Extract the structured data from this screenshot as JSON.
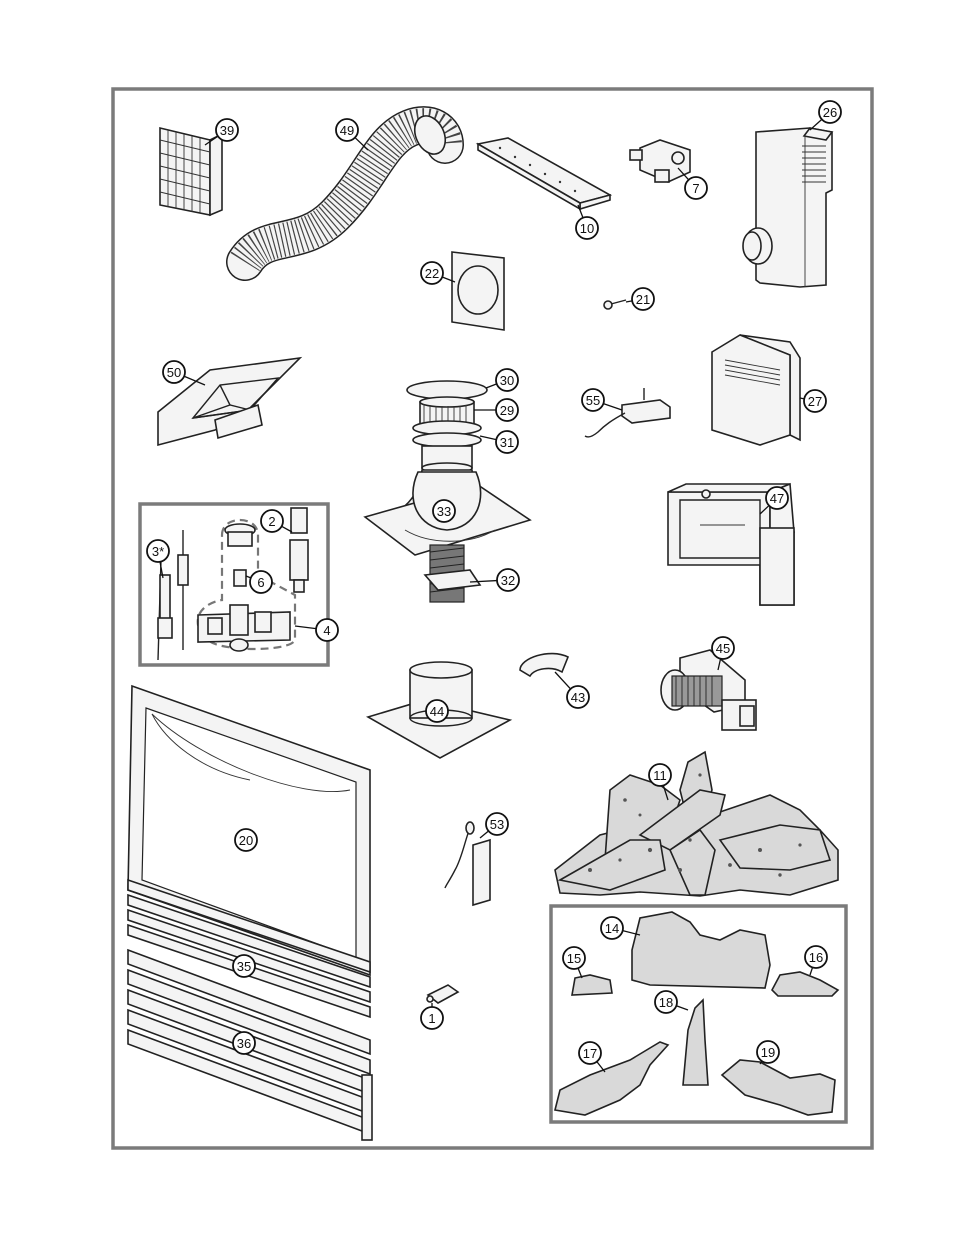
{
  "colors": {
    "frame": "#7b7b7b",
    "inset_frame": "#7b7b7b",
    "ink": "#111111",
    "part_fill": "#f4f4f4"
  },
  "callouts": [
    {
      "id": "39",
      "label": "39"
    },
    {
      "id": "49",
      "label": "49"
    },
    {
      "id": "10",
      "label": "10"
    },
    {
      "id": "7",
      "label": "7"
    },
    {
      "id": "26",
      "label": "26"
    },
    {
      "id": "22",
      "label": "22"
    },
    {
      "id": "21",
      "label": "21"
    },
    {
      "id": "50",
      "label": "50"
    },
    {
      "id": "30",
      "label": "30"
    },
    {
      "id": "29",
      "label": "29"
    },
    {
      "id": "31",
      "label": "31"
    },
    {
      "id": "55",
      "label": "55"
    },
    {
      "id": "27",
      "label": "27"
    },
    {
      "id": "2",
      "label": "2"
    },
    {
      "id": "3",
      "label": "3*"
    },
    {
      "id": "6",
      "label": "6"
    },
    {
      "id": "4",
      "label": "4"
    },
    {
      "id": "33",
      "label": "33"
    },
    {
      "id": "32",
      "label": "32"
    },
    {
      "id": "47",
      "label": "47"
    },
    {
      "id": "43",
      "label": "43"
    },
    {
      "id": "45",
      "label": "45"
    },
    {
      "id": "44",
      "label": "44"
    },
    {
      "id": "20",
      "label": "20"
    },
    {
      "id": "11",
      "label": "11"
    },
    {
      "id": "53",
      "label": "53"
    },
    {
      "id": "14",
      "label": "14"
    },
    {
      "id": "15",
      "label": "15"
    },
    {
      "id": "16",
      "label": "16"
    },
    {
      "id": "35",
      "label": "35"
    },
    {
      "id": "18",
      "label": "18"
    },
    {
      "id": "1",
      "label": "1"
    },
    {
      "id": "17",
      "label": "17"
    },
    {
      "id": "19",
      "label": "19"
    },
    {
      "id": "36",
      "label": "36"
    }
  ]
}
